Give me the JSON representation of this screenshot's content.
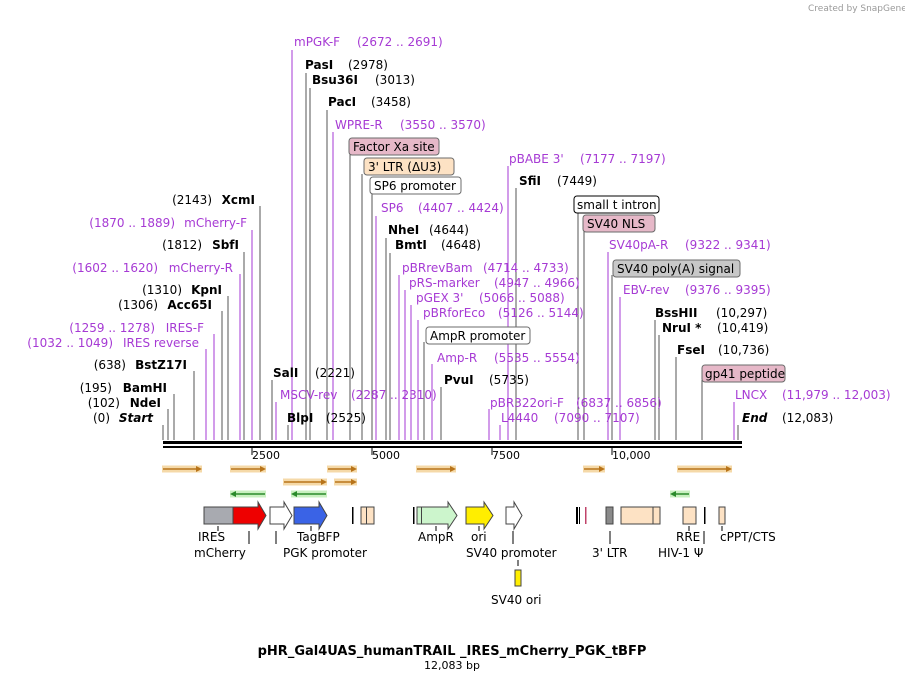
{
  "credit": "Created by SnapGene",
  "title": "pHR_Gal4UAS_humanTRAIL _IRES_mCherry_PGK_tBFP",
  "subtitle": "12,083 bp",
  "ruler": [
    "2500",
    "5000",
    "7500",
    "10,000"
  ],
  "sites_left": [
    {
      "num": "(2143)",
      "name": "XcmI",
      "kind": "site"
    },
    {
      "num": "(1870 .. 1889)",
      "name": "mCherry-F",
      "kind": "primer"
    },
    {
      "num": "(1812)",
      "name": "SbfI",
      "kind": "site"
    },
    {
      "num": "(1602 .. 1620)",
      "name": "mCherry-R",
      "kind": "primer"
    },
    {
      "num": "(1310)",
      "name": "KpnI",
      "kind": "site"
    },
    {
      "num": "(1306)",
      "name": "Acc65I",
      "kind": "site"
    },
    {
      "num": "(1259 .. 1278)",
      "name": "IRES-F",
      "kind": "primer"
    },
    {
      "num": "(1032 .. 1049)",
      "name": "IRES reverse",
      "kind": "primer"
    },
    {
      "num": "(638)",
      "name": "BstZ17I",
      "kind": "site"
    },
    {
      "num": "(195)",
      "name": "BamHI",
      "kind": "site"
    },
    {
      "num": "(102)",
      "name": "NdeI",
      "kind": "site"
    },
    {
      "num": "(0)",
      "name": "Start",
      "kind": "end"
    }
  ],
  "sites_mid": [
    {
      "name": "mPGK-F",
      "num": "(2672 .. 2691)",
      "kind": "primer"
    },
    {
      "name": "PasI",
      "num": "(2978)",
      "kind": "site"
    },
    {
      "name": "Bsu36I",
      "num": "(3013)",
      "kind": "site"
    },
    {
      "name": "PacI",
      "num": "(3458)",
      "kind": "site"
    },
    {
      "name": "WPRE-R",
      "num": "(3550 .. 3570)",
      "kind": "primer"
    },
    {
      "name": "SP6",
      "num": "(4407 .. 4424)",
      "kind": "primer"
    },
    {
      "name": "NheI",
      "num": "(4644)",
      "kind": "site"
    },
    {
      "name": "BmtI",
      "num": "(4648)",
      "kind": "site"
    },
    {
      "name": "pBRrevBam",
      "num": "(4714 .. 4733)",
      "kind": "primer"
    },
    {
      "name": "pRS-marker",
      "num": "(4947 .. 4966)",
      "kind": "primer"
    },
    {
      "name": "pGEX 3'",
      "num": "(5066 .. 5088)",
      "kind": "primer"
    },
    {
      "name": "pBRforEco",
      "num": "(5126 .. 5144)",
      "kind": "primer"
    },
    {
      "name": "Amp-R",
      "num": "(5535 .. 5554)",
      "kind": "primer"
    },
    {
      "name": "PvuI",
      "num": "(5735)",
      "kind": "site"
    },
    {
      "name": "SalI",
      "num": "(2221)",
      "kind": "site"
    },
    {
      "name": "MSCV-rev",
      "num": "(2287 .. 2310)",
      "kind": "primer"
    },
    {
      "name": "BlpI",
      "num": "(2525)",
      "kind": "site"
    },
    {
      "name": "pBABE 3'",
      "num": "(7177 .. 7197)",
      "kind": "primer"
    },
    {
      "name": "SfiI",
      "num": "(7449)",
      "kind": "site"
    },
    {
      "name": "pBR322ori-F",
      "num": "(6837 .. 6856)",
      "kind": "primer"
    },
    {
      "name": "L4440",
      "num": "(7090 .. 7107)",
      "kind": "primer"
    }
  ],
  "sites_right": [
    {
      "name": "SV40pA-R",
      "num": "(9322 .. 9341)",
      "kind": "primer"
    },
    {
      "name": "EBV-rev",
      "num": "(9376 .. 9395)",
      "kind": "primer"
    },
    {
      "name": "BssHII",
      "num": "(10,297)",
      "kind": "site"
    },
    {
      "name": "NruI *",
      "num": "(10,419)",
      "kind": "site"
    },
    {
      "name": "FseI",
      "num": "(10,736)",
      "kind": "site"
    },
    {
      "name": "LNCX",
      "num": "(11,979 .. 12,003)",
      "kind": "primer"
    },
    {
      "name": "End",
      "num": "(12,083)",
      "kind": "end"
    }
  ],
  "boxed": {
    "factor_xa": "Factor Xa site",
    "ltr_u3": "3' LTR (ΔU3)",
    "sp6_promoter": "SP6 promoter",
    "ampr_promoter": "AmpR promoter",
    "small_t": "small t intron",
    "sv40_nls": "SV40 NLS",
    "sv40_polya": "SV40 poly(A) signal",
    "gp41": "gp41 peptide"
  },
  "features": [
    "IRES",
    "mCherry",
    "TagBFP",
    "PGK promoter",
    "AmpR",
    "ori",
    "SV40 promoter",
    "SV40 ori",
    "3' LTR",
    "RRE",
    "HIV-1 Ψ",
    "cPPT/CTS"
  ],
  "colors": {
    "primer": "#a63ad4",
    "mcherry": "#ee0000",
    "tagbfp": "#3a63e6",
    "ori": "#ffee00",
    "ampr": "#ccf5cc",
    "ltr": "#fde2c4",
    "orf": "#f0a020"
  }
}
